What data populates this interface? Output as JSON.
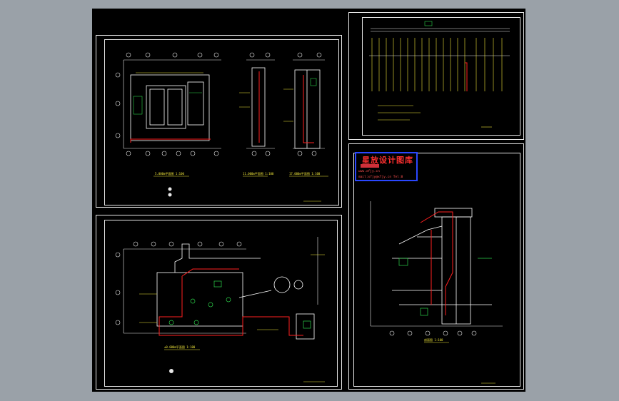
{
  "canvas": {
    "background": "#000000",
    "frame_color": "#e8e8e8",
    "line_colors": {
      "dimension": "#e8e8e8",
      "structure": "#ffffff",
      "pipe": "#ff2020",
      "text": "#f0e63a",
      "equipment": "#2cd34a"
    }
  },
  "sheets": [
    {
      "id": "plan-upper",
      "caption": "5.000m平面图 1:100"
    },
    {
      "id": "wiring-diagram",
      "caption": ""
    },
    {
      "id": "plan-lower",
      "caption": "±0.000m平面图 1:100"
    },
    {
      "id": "elevation",
      "caption": "剖面图 1:100"
    }
  ],
  "watermark": {
    "title": "星放设计图库",
    "url": "www.xfjy.cn",
    "contact": "mail:xfjy@xfjy.cn Tel:0"
  }
}
